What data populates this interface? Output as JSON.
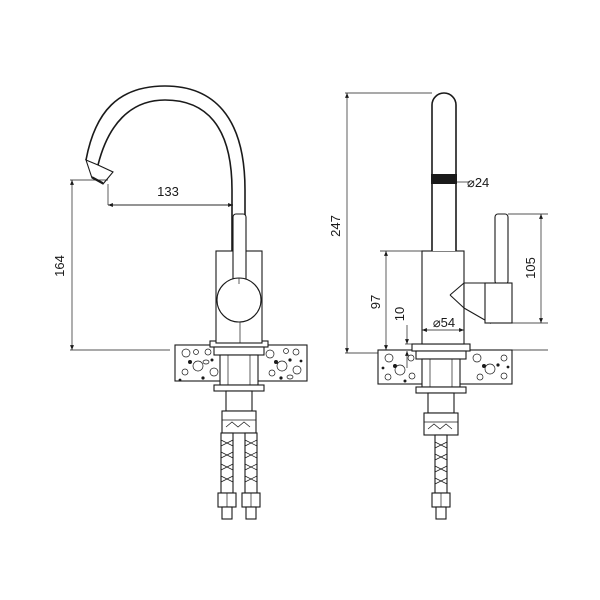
{
  "dimensions": {
    "spout_reach": "133",
    "spout_height": "164",
    "total_height": "247",
    "body_height": "97",
    "base_height": "10",
    "base_diameter": "⌀54",
    "outlet_diameter": "⌀24",
    "lever_height": "105"
  },
  "colors": {
    "line": "#1a1a1a",
    "background": "#ffffff"
  }
}
